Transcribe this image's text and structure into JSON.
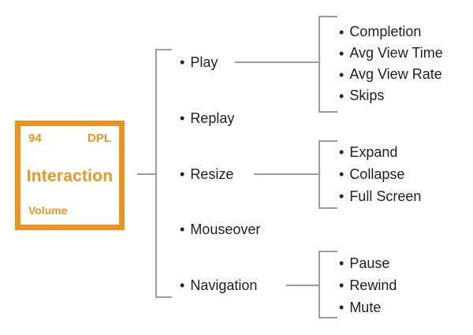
{
  "node": {
    "number": "94",
    "code": "DPL",
    "title": "Interaction",
    "subtitle": "Volume"
  },
  "tree": {
    "bullet": "•",
    "level1": [
      "Play",
      "Replay",
      "Resize",
      "Mouseover",
      "Navigation"
    ],
    "groups": {
      "play": [
        "Completion",
        "Avg View Time",
        "Avg View Rate",
        "Skips"
      ],
      "resize": [
        "Expand",
        "Collapse",
        "Full Screen"
      ],
      "navigation": [
        "Pause",
        "Rewind",
        "Mute"
      ]
    }
  },
  "colors": {
    "accent": "#F0931E",
    "line": "#9B9B9B",
    "text": "#1F1F1F",
    "bg": "#FFFFFF"
  }
}
